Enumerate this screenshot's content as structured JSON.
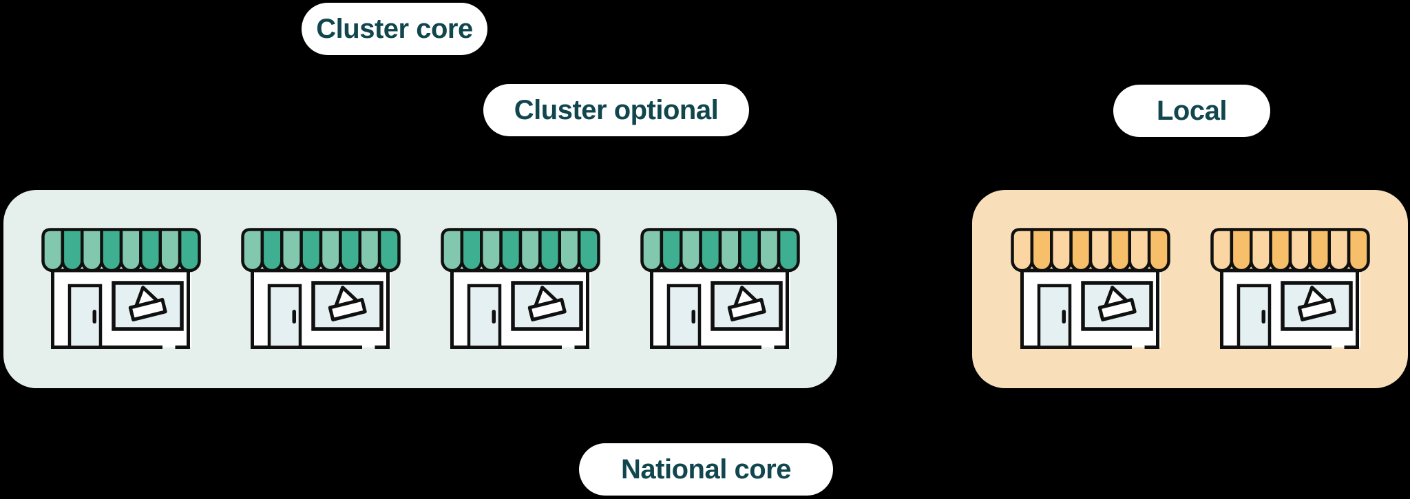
{
  "background_color": "#000000",
  "labels": {
    "cluster_core": "Cluster core",
    "cluster_optional": "Cluster optional",
    "local": "Local",
    "national_core": "National core"
  },
  "label_style": {
    "text_color": "#11464e",
    "background": "#ffffff"
  },
  "panels": {
    "cluster": {
      "store_count": 4,
      "background": "#e5f0ed",
      "awning_light": "#81c8ae",
      "awning_dark": "#3eb091"
    },
    "local": {
      "store_count": 2,
      "background": "#f8dfba",
      "awning_light": "#fbd6a2",
      "awning_dark": "#f8bf6b"
    }
  },
  "store_icon": {
    "body_color": "#ffffff",
    "glass_color": "#e4f0f1",
    "outline_color": "#101010"
  }
}
